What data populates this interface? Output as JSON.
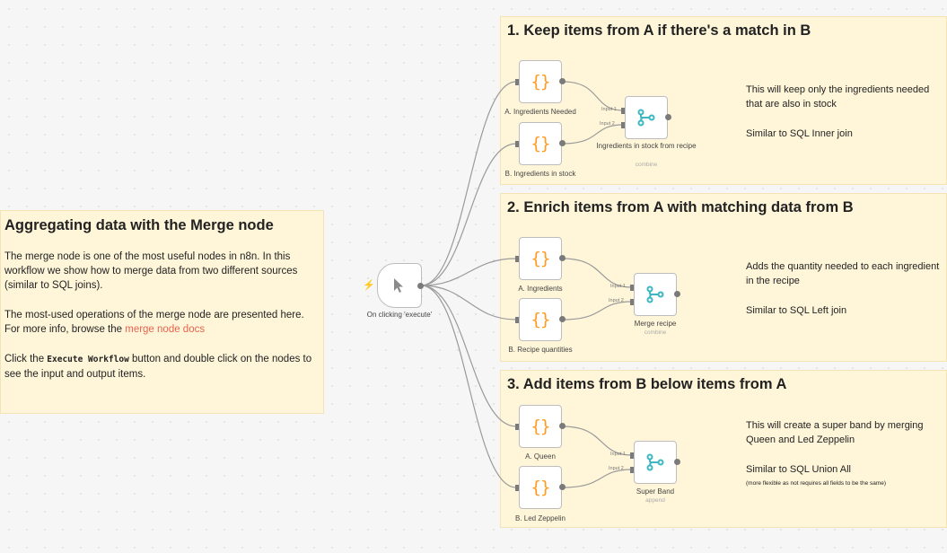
{
  "intro": {
    "title": "Aggregating data with the Merge node",
    "p1": "The merge node is one of the most useful nodes in n8n. In this workflow we show how to merge data from two different sources (similar to SQL joins).",
    "p2_pre": "The most-used operations of the merge node are presented here. For more info, browse the ",
    "p2_link": "merge node docs",
    "p3_pre": "Click the ",
    "p3_code": "Execute Workflow",
    "p3_post": " button and double click on the nodes to see the input and output items."
  },
  "trigger": {
    "label": "On clicking 'execute'"
  },
  "sections": [
    {
      "title": "1. Keep items from A if there's a match in B",
      "desc1": "This will keep only the ingredients needed that are also in stock",
      "desc2": "Similar to SQL Inner join",
      "nodeA": "A. Ingredients Needed",
      "nodeB": "B. Ingredients in stock",
      "merge": "Ingredients in stock from recipe",
      "mode": "combine"
    },
    {
      "title": "2. Enrich items from A with matching data from B",
      "desc1": "Adds the quantity needed to each ingredient in the recipe",
      "desc2": "Similar to SQL Left join",
      "nodeA": "A. Ingredients",
      "nodeB": "B. Recipe quantities",
      "merge": "Merge recipe",
      "mode": "combine"
    },
    {
      "title": "3. Add items from B below items from A",
      "desc1": "This will create a super band by merging Queen and Led Zeppelin",
      "desc2": "Similar to SQL Union All",
      "desc3": "(more flexible as not requires all fields to be the same)",
      "nodeA": "A. Queen",
      "nodeB": "B. Led Zeppelin",
      "merge": "Super Band",
      "mode": "append"
    }
  ],
  "ports": {
    "input1": "Input 1",
    "input2": "Input 2"
  },
  "icons": {
    "trigger": "cursor-icon",
    "code": "code-braces-icon",
    "merge": "merge-icon",
    "bolt": "lightning-icon"
  },
  "colors": {
    "note_bg": "#fff6d9",
    "code_orange": "#ff9b21",
    "merge_teal": "#3bb8c3",
    "link": "#e8634f"
  }
}
